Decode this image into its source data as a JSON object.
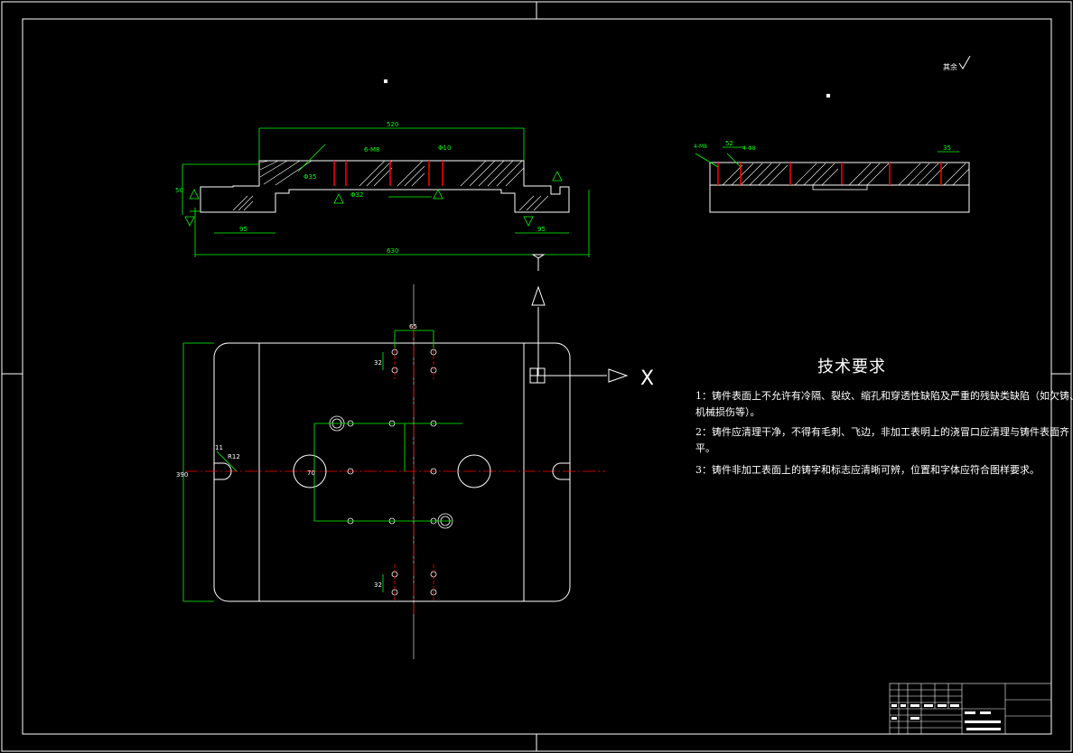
{
  "technical_requirements": {
    "title": "技术要求",
    "lines": [
      "1：铸件表面上不允许有冷隔、裂纹、缩孔和穿透性缺陷及严重的残缺类缺陷（如欠铸、",
      "机械损伤等）。",
      "2：铸件应清理干净，不得有毛刺、飞边，非加工表明上的浇冒口应清理与铸件表面齐",
      "平。",
      "3：铸件非加工表面上的铸字和标志应清晰可辨，位置和字体应符合图样要求。"
    ]
  },
  "view_marks": {
    "axis_x": "X",
    "roughness_note": "其余"
  },
  "dimensions": {
    "top_width": "520",
    "overall_width": "630",
    "height": "50",
    "left_offset": "95",
    "right_offset": "95",
    "hole_d10": "Φ10",
    "hole_d35": "Φ35",
    "hole_d32": "Φ32",
    "holes_6m8": "6-M8",
    "plan_width": "390",
    "plan_spacing": "65",
    "plan_vert": "70",
    "plan_gap": "32",
    "plan_gap2": "32",
    "radius": "R12",
    "slot": "11",
    "right_view_top": "52",
    "right_view_holes": "4-M8",
    "right_view_holes2": "4-Φ8",
    "right_view_w": "35"
  },
  "colors": {
    "background": "#000000",
    "outline": "#ffffff",
    "dimension": "#00ff00",
    "centerline": "#ff0000",
    "hatch": "#ffffff",
    "section_hole": "#ff0000"
  }
}
